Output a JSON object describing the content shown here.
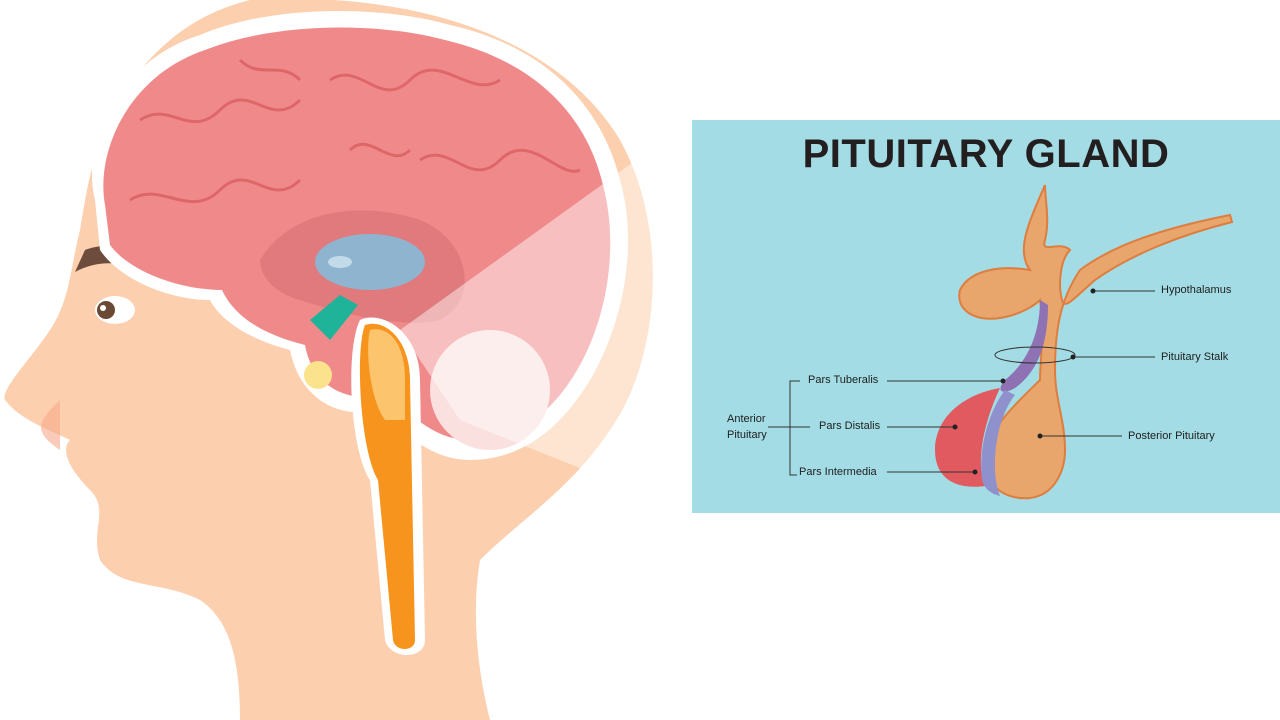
{
  "title": "PITUITARY GLAND",
  "labels": {
    "hypothalamus": "Hypothalamus",
    "pituitary_stalk": "Pituitary Stalk",
    "pars_tuberalis": "Pars Tuberalis",
    "pars_distalis": "Pars Distalis",
    "pars_intermedia": "Pars Intermedia",
    "anterior_pituitary_line1": "Anterior",
    "anterior_pituitary_line2": "Pituitary",
    "posterior_pituitary": "Posterior Pituitary"
  },
  "colors": {
    "panel": "#a3dce4",
    "skin": "#fccfae",
    "brain": "#f08a8a",
    "hypothalamus": "#e9a66c",
    "pars_distalis": "#e05a60",
    "pars_tuberalis": "#8e72b4",
    "spinal_cord": "#f7941d"
  }
}
